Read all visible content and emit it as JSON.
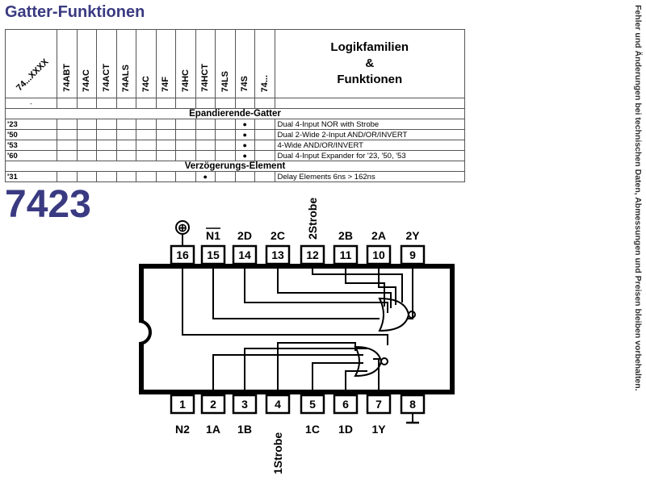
{
  "title": "Gatter-Funktionen",
  "side_note": "Fehler und Änderungen bei technischen Daten, Abmessungen und Preisen bleiben vorbehalten.",
  "table": {
    "corner_label": "74...XXXX",
    "families": [
      "74ABT",
      "74AC",
      "74ACT",
      "74ALS",
      "74C",
      "74F",
      "74HC",
      "74HCT",
      "74LS",
      "74S",
      "74..."
    ],
    "logik_header": [
      "Logikfamilien",
      "&",
      "Funktionen"
    ],
    "blank_row_marker": "-",
    "sections": [
      {
        "heading": "Epandierende-Gatter",
        "rows": [
          {
            "code": "'23",
            "families": [
              "74S"
            ],
            "description": "Dual 4-Input NOR with Strobe"
          },
          {
            "code": "'50",
            "families": [
              "74S"
            ],
            "description": "Dual 2-Wide 2-Input AND/OR/INVERT"
          },
          {
            "code": "'53",
            "families": [
              "74S"
            ],
            "description": "4-Wide AND/OR/INVERT"
          },
          {
            "code": "'60",
            "families": [
              "74S"
            ],
            "description": "Dual 4-Input Expander for '23, '50, '53"
          }
        ]
      },
      {
        "heading": "Verzögerungs-Element",
        "rows": [
          {
            "code": "'31",
            "families": [
              "74HCT"
            ],
            "description": "Delay Elements 6ns > 162ns"
          }
        ]
      }
    ]
  },
  "part_number": "7423",
  "pinout": {
    "top_pins": [
      {
        "num": "16",
        "label": "⊕"
      },
      {
        "num": "15",
        "label": "N1"
      },
      {
        "num": "14",
        "label": "2D"
      },
      {
        "num": "13",
        "label": "2C"
      },
      {
        "num": "12",
        "label": "2Strobe"
      },
      {
        "num": "11",
        "label": "2B"
      },
      {
        "num": "10",
        "label": "2A"
      },
      {
        "num": "9",
        "label": "2Y"
      }
    ],
    "bottom_pins": [
      {
        "num": "1",
        "label": "N2"
      },
      {
        "num": "2",
        "label": "1A"
      },
      {
        "num": "3",
        "label": "1B"
      },
      {
        "num": "4",
        "label": "1Strobe"
      },
      {
        "num": "5",
        "label": "1C"
      },
      {
        "num": "6",
        "label": "1D"
      },
      {
        "num": "7",
        "label": "1Y"
      },
      {
        "num": "8",
        "label": "⊥"
      }
    ],
    "vcc_icon": "plus-in-circle",
    "ground_icon": "ground-symbol"
  },
  "colors": {
    "heading_blue": "#3a3a82",
    "ink": "#000000"
  }
}
